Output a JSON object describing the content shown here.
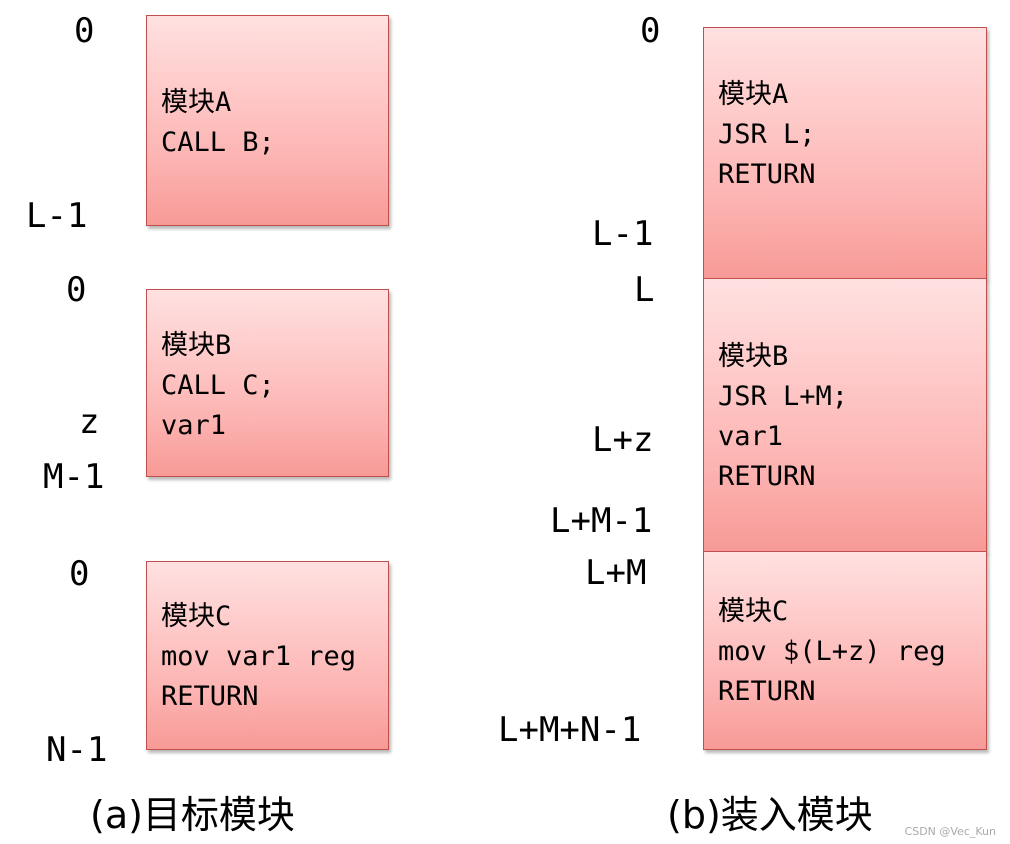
{
  "left": {
    "caption": "(a)目标模块",
    "addresses": {
      "a_zero": "0",
      "a_end": "L-1",
      "b_zero": "0",
      "b_z": "z",
      "b_end": "M-1",
      "c_zero": "0",
      "c_end": "N-1"
    },
    "module_a": [
      "模块A",
      "CALL B;"
    ],
    "module_b": [
      "模块B",
      "CALL C;",
      "var1"
    ],
    "module_c": [
      "模块C",
      "mov var1 reg",
      "RETURN"
    ]
  },
  "right": {
    "caption": "(b)装入模块",
    "addresses": {
      "zero": "0",
      "l_minus_1": "L-1",
      "l": "L",
      "l_plus_z": "L+z",
      "l_plus_m_minus_1": "L+M-1",
      "l_plus_m": "L+M",
      "l_plus_m_plus_n_minus_1": "L+M+N-1"
    },
    "module_a": [
      "模块A",
      "JSR L;",
      "RETURN"
    ],
    "module_b": [
      "模块B",
      "JSR L+M;",
      "var1",
      "RETURN"
    ],
    "module_c": [
      "模块C",
      "mov $(L+z) reg",
      "RETURN"
    ]
  },
  "watermark": "CSDN @Vec_Kun"
}
